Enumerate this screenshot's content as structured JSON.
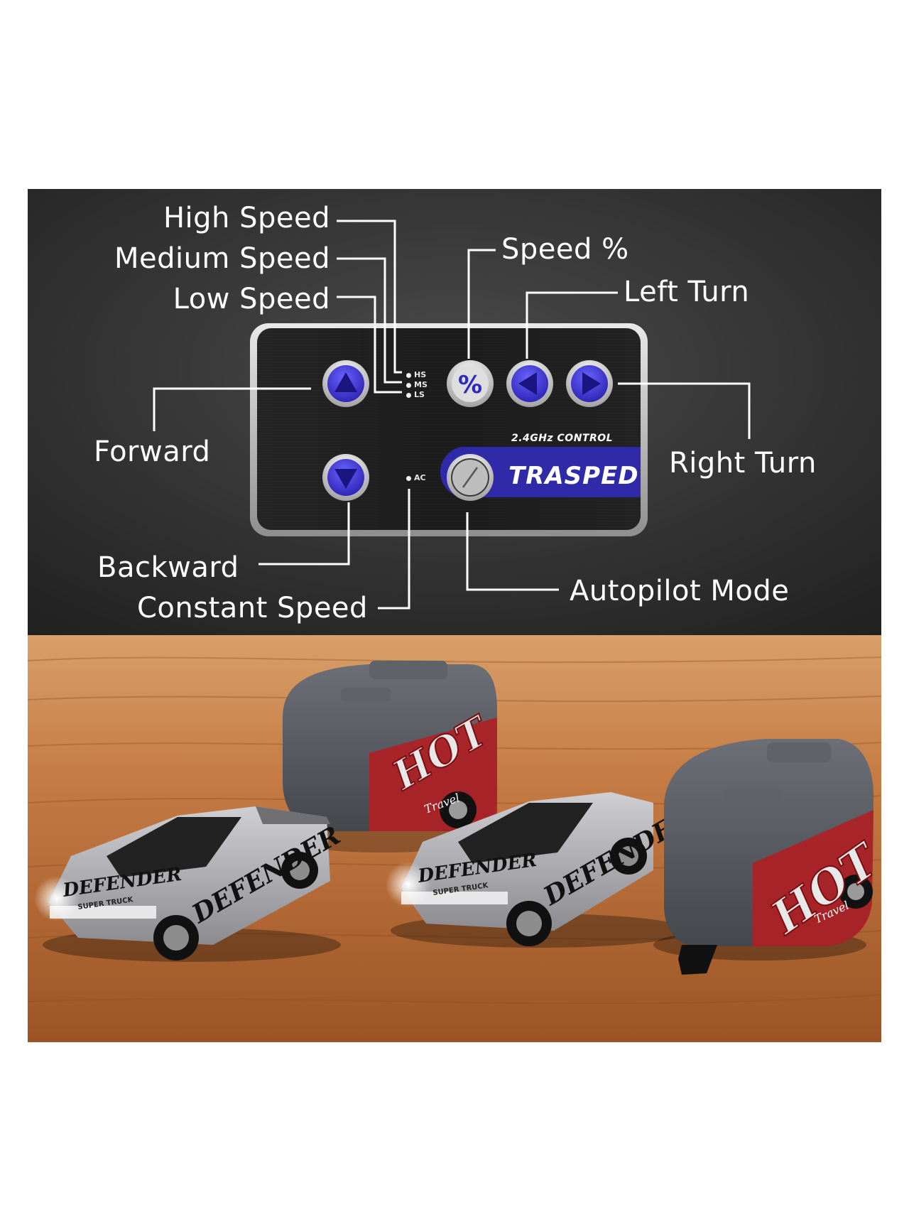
{
  "labels": {
    "high_speed": "High Speed",
    "medium_speed": "Medium Speed",
    "low_speed": "Low Speed",
    "speed_percent": "Speed %",
    "left_turn": "Left Turn",
    "forward": "Forward",
    "right_turn": "Right Turn",
    "backward": "Backward",
    "constant_speed": "Constant Speed",
    "autopilot_mode": "Autopilot Mode"
  },
  "remote": {
    "indicator_hs": "HS",
    "indicator_ms": "MS",
    "indicator_ls": "LS",
    "indicator_ac": "AC",
    "control_text": "2.4GHz CONTROL",
    "brand": "TRASPED",
    "percent_symbol": "%"
  },
  "vehicles": {
    "truck_decal": "DEFENDER",
    "truck_subdecal": "SUPER TRUCK",
    "trailer_decal": "HOT",
    "trailer_subdecal": "Travel"
  },
  "colors": {
    "label_text": "#ffffff",
    "backdrop": "#2c2c2c",
    "remote_body": "#1e1e1e",
    "button_blue": "#3a32c8",
    "brand_panel": "#2f2aa8",
    "table_wood": "#b86a35",
    "truck_silver": "#a9a9ad",
    "trailer_gray": "#56595f",
    "trailer_red": "#b01f24"
  },
  "icons": [
    "arrow-up-icon",
    "arrow-down-icon",
    "arrow-left-icon",
    "arrow-right-icon",
    "percent-icon",
    "dial-icon"
  ]
}
